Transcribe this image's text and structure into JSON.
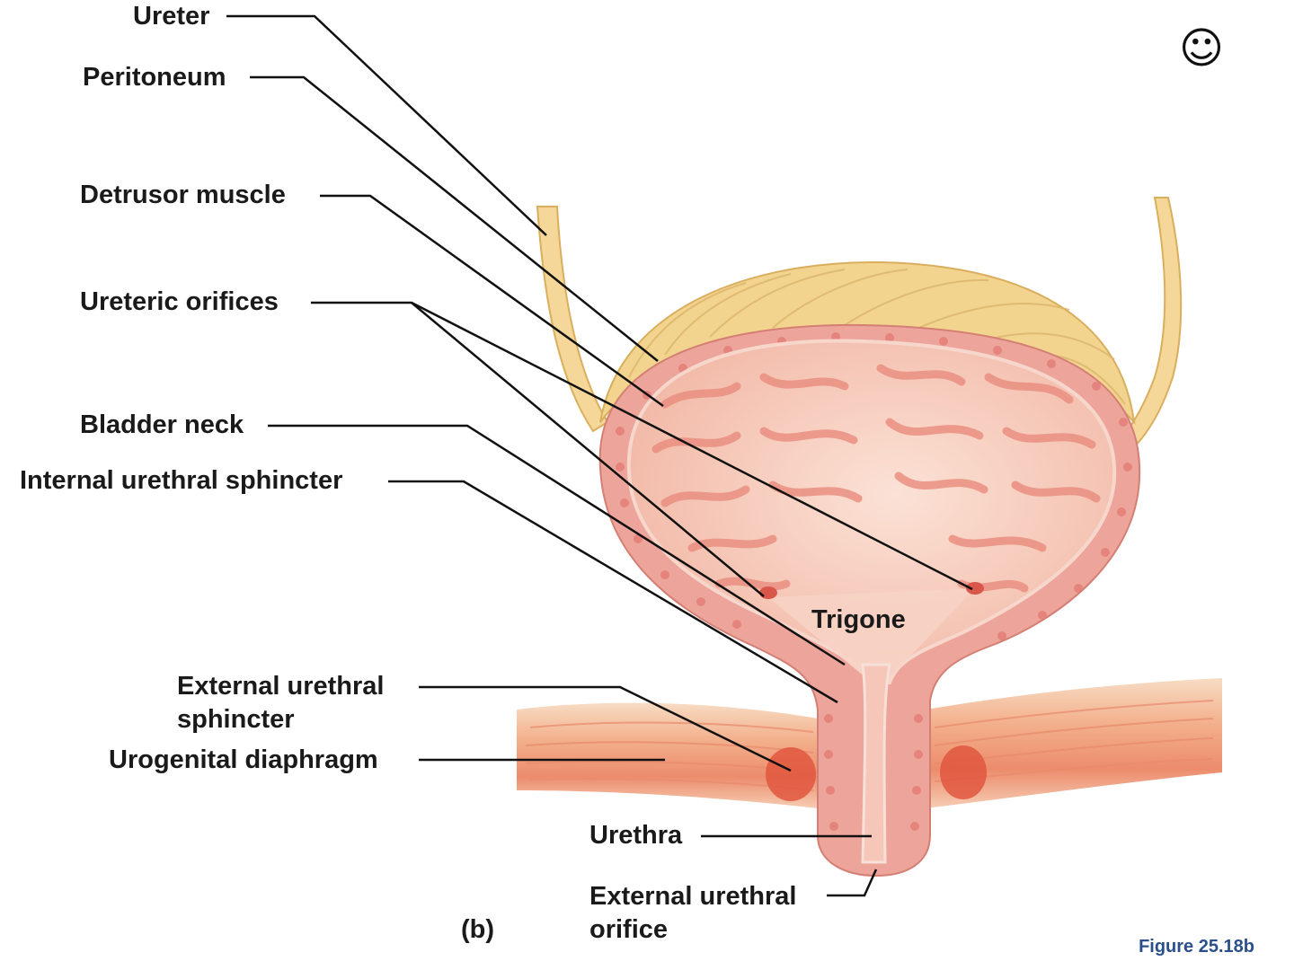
{
  "labels": {
    "ureter": "Ureter",
    "peritoneum": "Peritoneum",
    "detrusor_muscle": "Detrusor muscle",
    "ureteric_orifices": "Ureteric orifices",
    "bladder_neck": "Bladder neck",
    "internal_urethral_sphincter": "Internal urethral sphincter",
    "external_urethral_sphincter_line1": "External urethral",
    "external_urethral_sphincter_line2": "sphincter",
    "urogenital_diaphragm": "Urogenital diaphragm",
    "trigone": "Trigone",
    "urethra": "Urethra",
    "external_urethral_orifice_line1": "External urethral",
    "external_urethral_orifice_line2": "orifice",
    "panel": "(b)"
  },
  "figure_caption": "Figure 25.18b",
  "icons": {
    "corner": "smiley-icon"
  },
  "colors": {
    "peritoneum_fill": "#f3d48f",
    "peritoneum_stroke": "#d9ae5c",
    "wall_fill": "#eda49a",
    "wall_spots": "#e27a72",
    "mucosa_fill": "#f6c7b8",
    "mucosa_folds": "#e98b7d",
    "ureter_fill": "#f5d79a",
    "muscle_band": "#f2a27e",
    "muscle_dark": "#e06a4e",
    "leader": "#111111",
    "caption": "#2a4f8a"
  }
}
